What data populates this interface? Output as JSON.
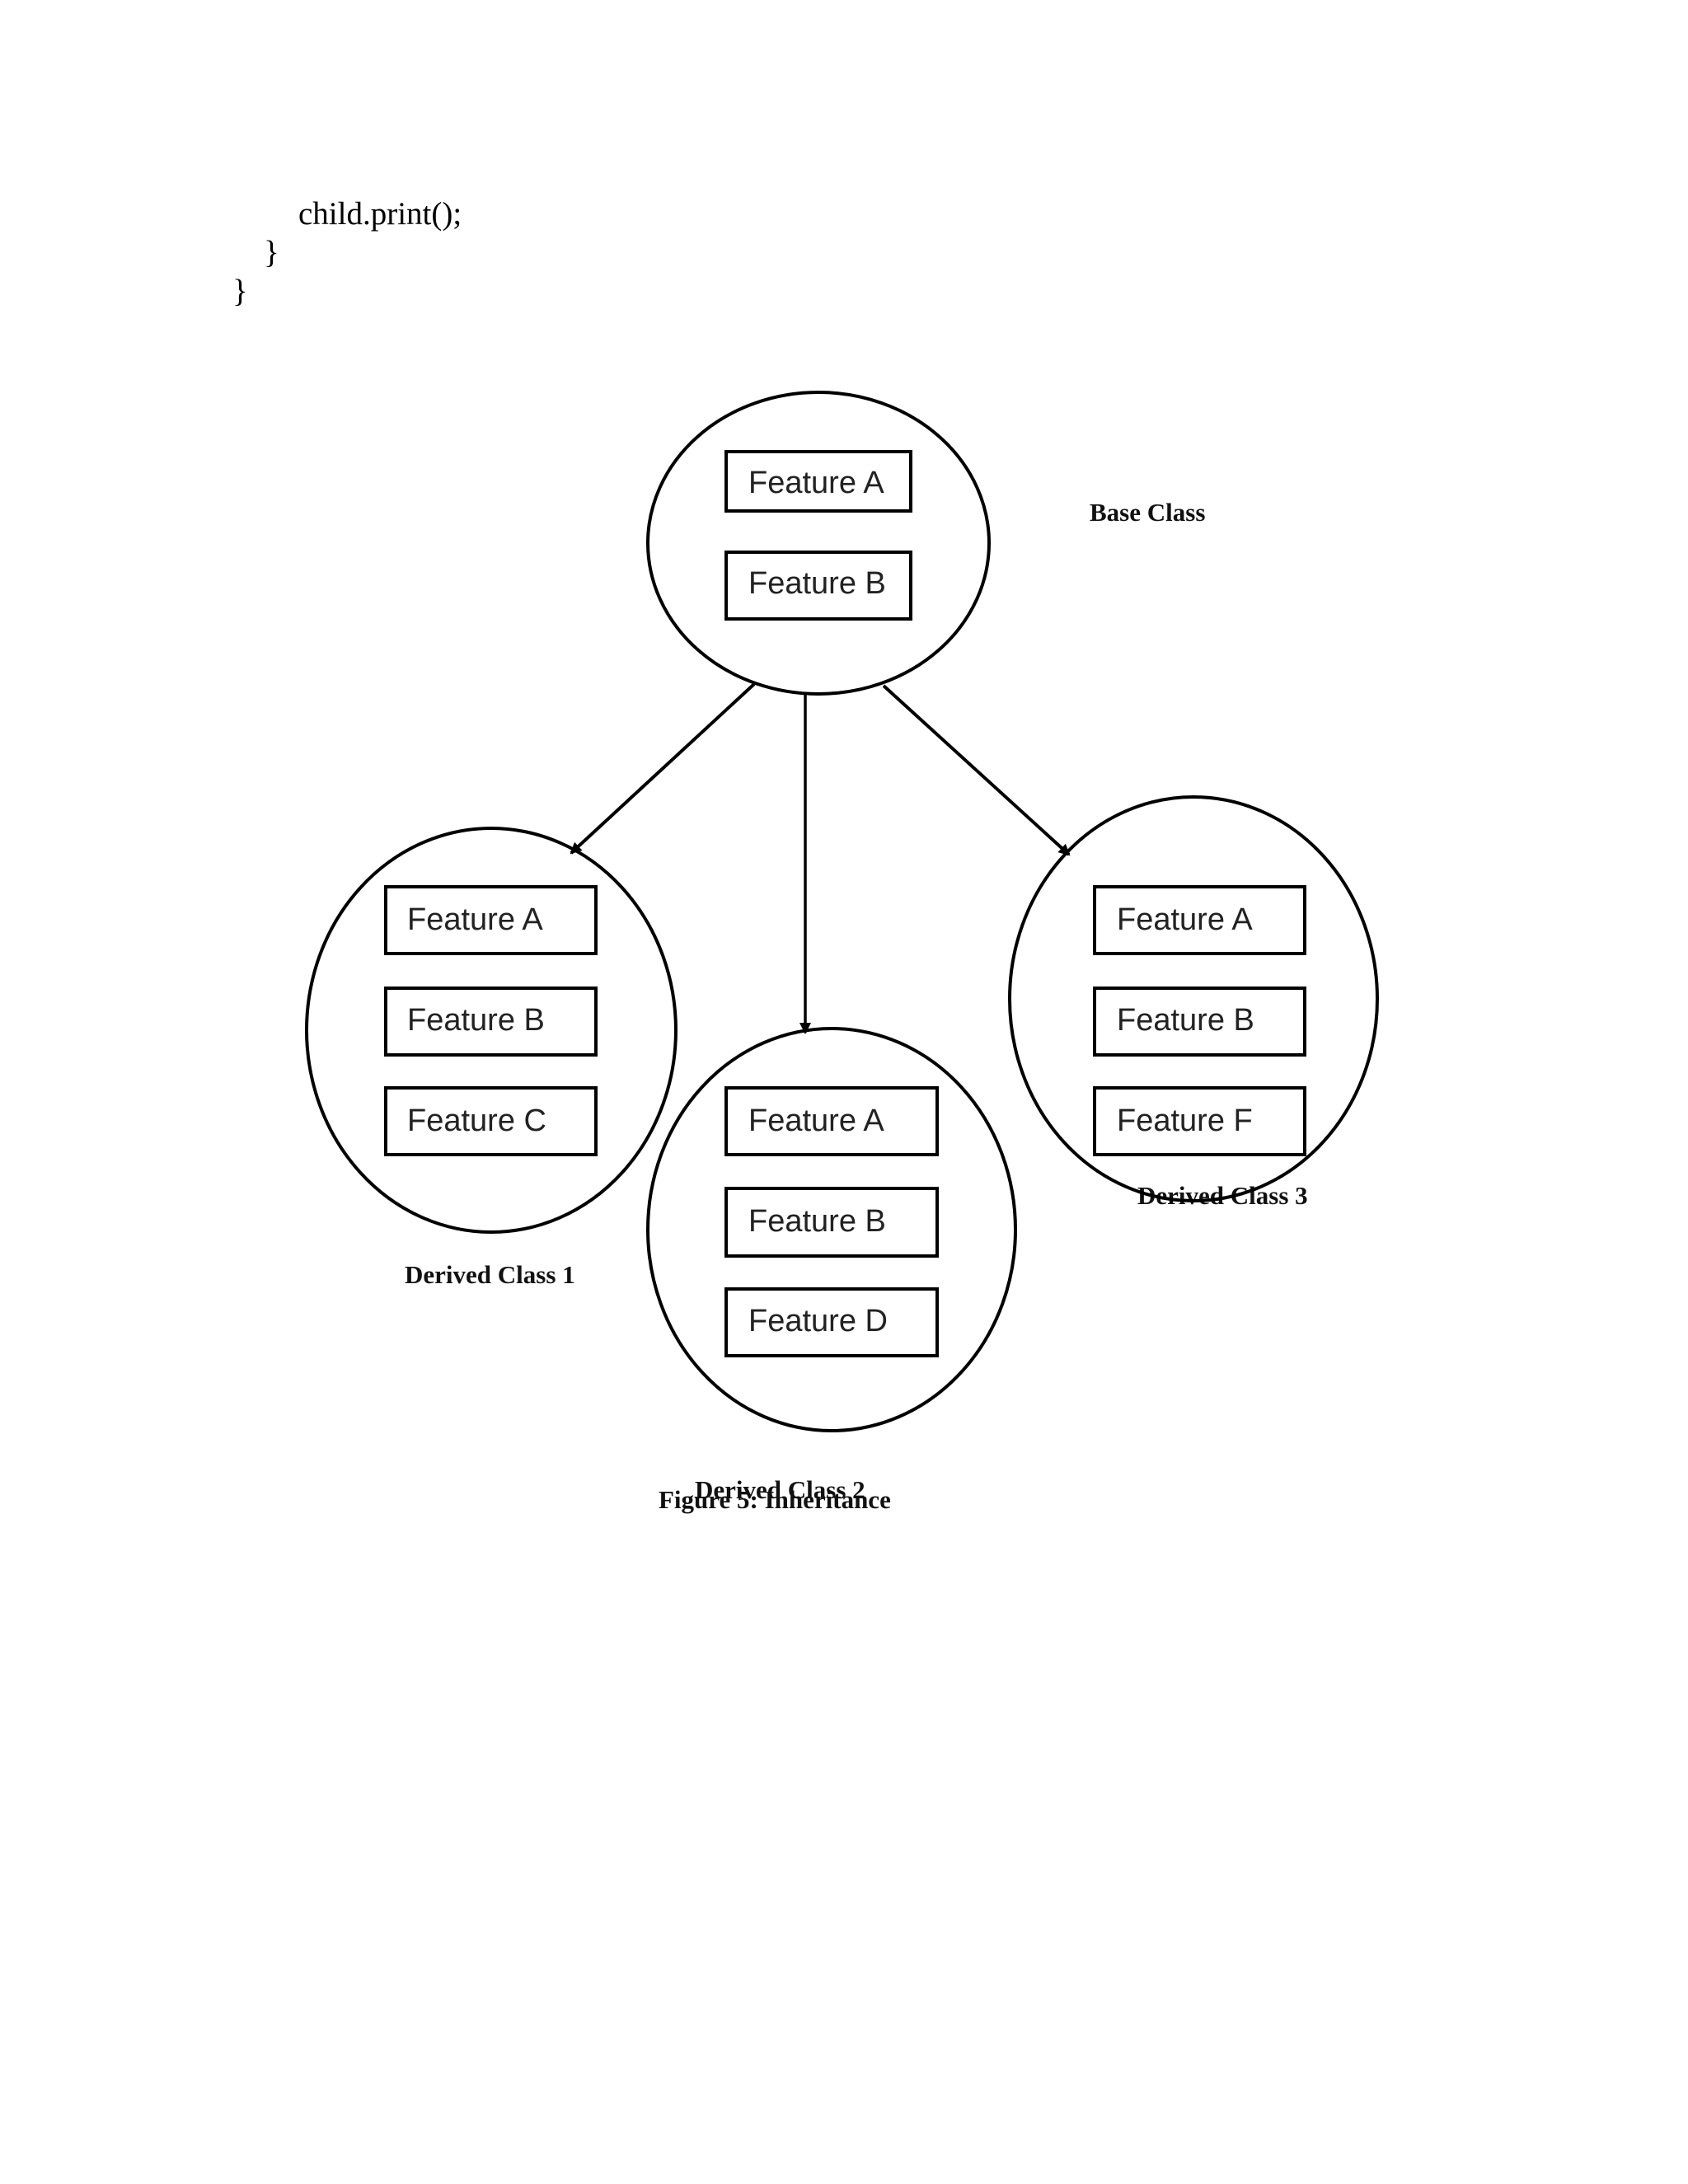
{
  "code": {
    "lines": [
      "child.print();",
      "}",
      "}"
    ]
  },
  "diagram": {
    "base": {
      "label": "Base Class",
      "features": [
        "Feature A",
        "Feature B"
      ]
    },
    "derived_1": {
      "label": "Derived Class 1",
      "features": [
        "Feature A",
        "Feature B",
        "Feature C"
      ]
    },
    "derived_2": {
      "label": "Derived Class 2",
      "features": [
        "Feature A",
        "Feature B",
        "Feature D"
      ]
    },
    "derived_3": {
      "label": "Derived Class 3",
      "features": [
        "Feature A",
        "Feature B",
        "Feature F"
      ]
    }
  },
  "caption": "Figure 5: Inheritance"
}
